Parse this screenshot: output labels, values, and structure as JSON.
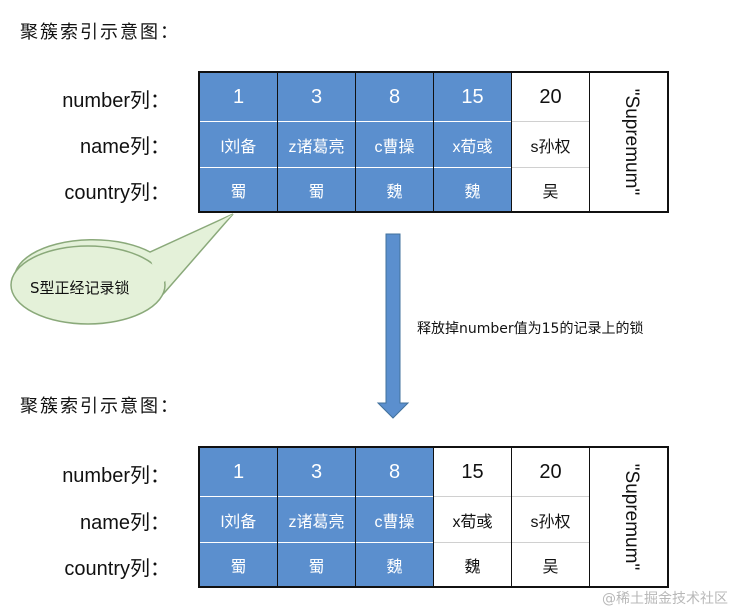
{
  "top": {
    "title": "聚簇索引示意图：",
    "row_labels": [
      "number列：",
      "name列：",
      "country列："
    ],
    "columns": [
      {
        "number": "1",
        "name": "l刘备",
        "country": "蜀",
        "locked": true
      },
      {
        "number": "3",
        "name": "z诸葛亮",
        "country": "蜀",
        "locked": true
      },
      {
        "number": "8",
        "name": "c曹操",
        "country": "魏",
        "locked": true
      },
      {
        "number": "15",
        "name": "x荀彧",
        "country": "魏",
        "locked": true
      },
      {
        "number": "20",
        "name": "s孙权",
        "country": "吴",
        "locked": false
      }
    ],
    "supremum": "\"Supremum\""
  },
  "callout": {
    "text": "S型正经记录锁"
  },
  "arrow": {
    "label": "释放掉number值为15的记录上的锁"
  },
  "bottom": {
    "title": "聚簇索引示意图：",
    "row_labels": [
      "number列：",
      "name列：",
      "country列："
    ],
    "columns": [
      {
        "number": "1",
        "name": "l刘备",
        "country": "蜀",
        "locked": true
      },
      {
        "number": "3",
        "name": "z诸葛亮",
        "country": "蜀",
        "locked": true
      },
      {
        "number": "8",
        "name": "c曹操",
        "country": "魏",
        "locked": true
      },
      {
        "number": "15",
        "name": "x荀彧",
        "country": "魏",
        "locked": false
      },
      {
        "number": "20",
        "name": "s孙权",
        "country": "吴",
        "locked": false
      }
    ],
    "supremum": "\"Supremum\""
  },
  "watermark": "@稀土掘金技术社区",
  "colors": {
    "locked_fill": "#5b8fce",
    "callout_fill": "#e4f1d9",
    "arrow_fill": "#5b8fce"
  }
}
